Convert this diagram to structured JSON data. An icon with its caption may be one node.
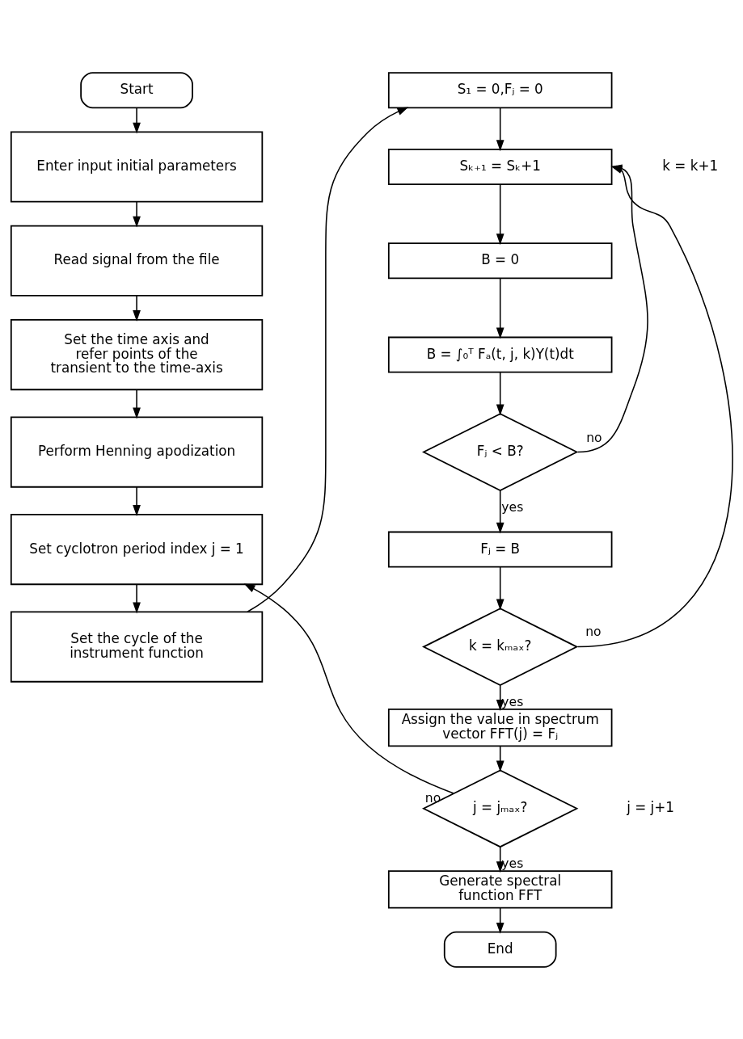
{
  "diagram": {
    "nodes": [
      {
        "text": [
          "Start"
        ]
      },
      {
        "text": [
          "Enter input initial parameters"
        ]
      },
      {
        "text": [
          "Read signal from the file"
        ]
      },
      {
        "text": [
          "Set the time axis and refer points of the transient to the time-axis"
        ]
      },
      {
        "text": [
          "Perform Henning apodization"
        ]
      },
      {
        "text": [
          "Set cyclotron period index j = 1"
        ]
      },
      {
        "text": [
          "Set the cycle of the instrument function"
        ]
      },
      {
        "text": [
          "S₁ = 0,Fⱼ = 0"
        ]
      },
      {
        "text": [
          "Sₖ₊₁ = Sₖ+1"
        ]
      },
      {
        "text": [
          "B = 0"
        ]
      },
      {
        "text": [
          "B = ∫₀ᵀ Fₐ(t, j, k)Y(t)dt"
        ]
      },
      {
        "text": [
          "Fⱼ < B?"
        ]
      },
      {
        "text": [
          "Fⱼ = B"
        ]
      },
      {
        "text": [
          "k = kₘₐₓ?"
        ]
      },
      {
        "text": [
          "Assign the value in spectrum vector FFT(j) = Fⱼ"
        ]
      },
      {
        "text": [
          "j = jₘₐₓ?"
        ]
      },
      {
        "text": [
          "Generate spectral function FFT"
        ]
      },
      {
        "text": [
          "End"
        ]
      }
    ],
    "edges": [
      {
        "from": 0,
        "to": 1,
        "arrow": "to"
      },
      {
        "from": 1,
        "to": 2,
        "arrow": "to"
      },
      {
        "from": 2,
        "to": 3,
        "arrow": "to"
      },
      {
        "from": 3,
        "to": 4,
        "arrow": "to"
      },
      {
        "from": 4,
        "to": 5,
        "arrow": "to"
      },
      {
        "from": 5,
        "to": 6,
        "arrow": "to"
      },
      {
        "from": 6,
        "to": 7,
        "arrow": "to"
      },
      {
        "from": 7,
        "to": 8,
        "arrow": "to"
      },
      {
        "from": 8,
        "to": 9,
        "arrow": "to"
      },
      {
        "from": 9,
        "to": 10,
        "arrow": "to"
      },
      {
        "from": 10,
        "to": 11,
        "arrow": "to"
      },
      {
        "from": 11,
        "to": 12,
        "arrow": "to",
        "label": "yes"
      },
      {
        "from": 11,
        "to": 8,
        "arrow": "to",
        "label": "no"
      },
      {
        "from": 12,
        "to": 13,
        "arrow": "to"
      },
      {
        "from": 13,
        "to": 14,
        "arrow": "to",
        "label": "yes"
      },
      {
        "from": 13,
        "to": 8,
        "arrow": "to",
        "label": "no"
      },
      {
        "from": 14,
        "to": 15,
        "arrow": "to"
      },
      {
        "from": 15,
        "to": 16,
        "arrow": "to",
        "label": "yes"
      },
      {
        "from": 15,
        "to": 5,
        "arrow": "to",
        "label": "no"
      },
      {
        "from": 16,
        "to": 17,
        "arrow": "to"
      }
    ],
    "labels": [
      "k = k+1",
      "j = j+1"
    ]
  }
}
